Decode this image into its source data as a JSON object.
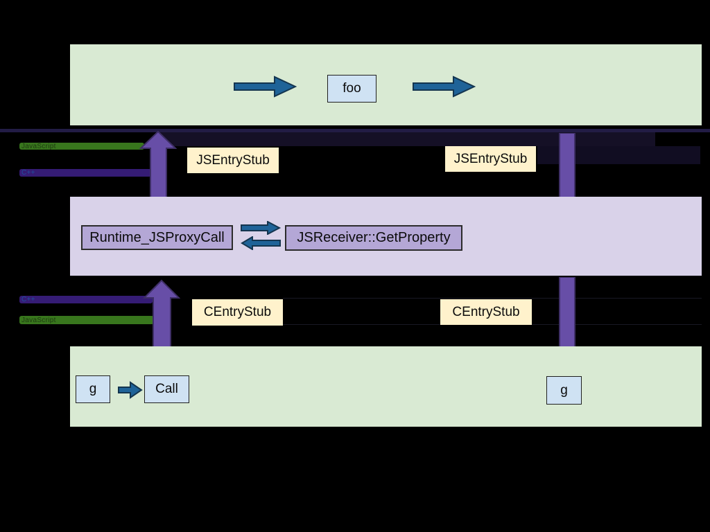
{
  "diagram": {
    "top_js_band": {
      "foo_box": "foo"
    },
    "js_to_cpp_gap": {
      "javascript_bar_label": "JavaScript",
      "cpp_bar_label": "C++",
      "left_stub": "JSEntryStub",
      "right_stub": "JSEntryStub"
    },
    "cpp_band": {
      "runtime_box": "Runtime_JSProxyCall",
      "get_property_box": "JSReceiver::GetProperty"
    },
    "cpp_to_js_gap": {
      "cpp_bar_label": "C++",
      "javascript_bar_label": "JavaScript",
      "left_stub": "CEntryStub",
      "right_stub": "CEntryStub"
    },
    "bottom_js_band": {
      "g_caller_box": "g",
      "call_box": "Call",
      "g_callee_box": "g"
    }
  },
  "colors": {
    "background": "#000000",
    "js_band": "#d9ead3",
    "cpp_band": "#d9d2e9",
    "stub_label_bg": "#fff2cc",
    "js_code_box_bg": "#cfe2f3",
    "cpp_code_box_bg": "#b4a7d6",
    "purple_arrow": "#674ea7",
    "blue_arrow": "#1f6398",
    "javascript_bar": "#38761d",
    "cpp_bar": "#351c75",
    "boundary_line": "#221c45",
    "boundary_strip": "#151026"
  }
}
